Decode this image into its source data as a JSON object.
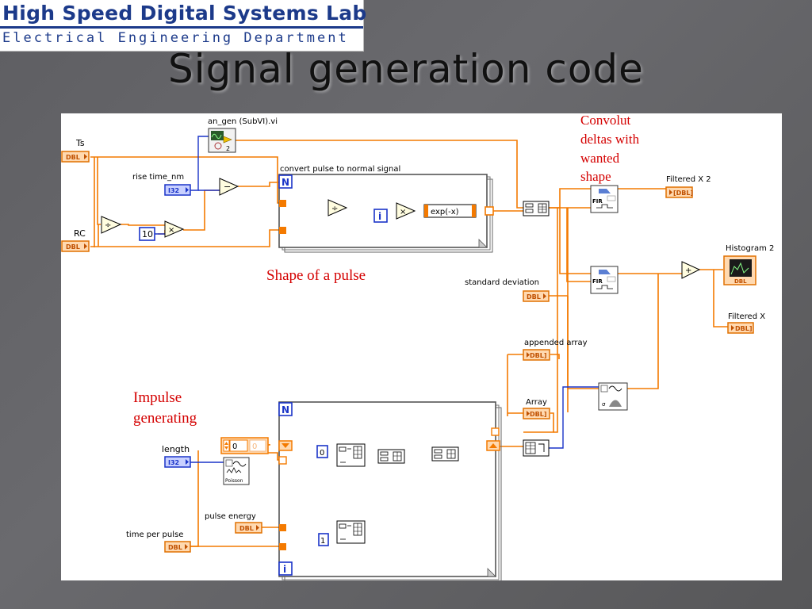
{
  "logo": {
    "line1": "High Speed Digital Systems Lab",
    "line2": "Electrical Engineering Department"
  },
  "slide": {
    "title": "Signal generation code"
  },
  "diagram": {
    "labels": {
      "ts": "Ts",
      "rc": "RC",
      "rise_time": "rise time_nm",
      "subvi": "an_gen (SubVI).vi",
      "subvi_two": "2",
      "convert_pulse": "convert pulse to normal signal",
      "exp": "exp(-x)",
      "const_ten": "10",
      "iter_i": "i",
      "loop_n": "N",
      "filtered_x2": "Filtered X 2",
      "histogram": "Histogram 2",
      "filtered_x": "Filtered X",
      "std_dev": "standard deviation",
      "appended_array": "appended array",
      "array": "Array",
      "length": "length",
      "pulse_energy": "pulse energy",
      "time_per_pulse": "time per pulse",
      "const_zero": "0",
      "const_one": "1",
      "numeric_zero": "0",
      "numeric_zero_b": "0",
      "poisson": "Poisson",
      "fir": "FIR",
      "dbl": "DBL",
      "i32": "I32"
    },
    "annotations": {
      "convolut": [
        "Convolut",
        "deltas with",
        "wanted",
        "shape"
      ],
      "shape_pulse": "Shape of a pulse",
      "impulse": [
        "Impulse",
        "generating"
      ]
    }
  },
  "colors": {
    "wire_orange": "#f47a00",
    "wire_blue": "#1a34c8",
    "annotation_red": "#d40000",
    "title_blue": "#1c3a8a"
  }
}
